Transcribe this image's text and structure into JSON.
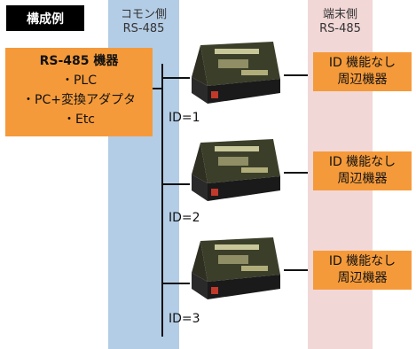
{
  "header": {
    "title": "構成例"
  },
  "columns": {
    "common": {
      "line1": "コモン側",
      "line2": "RS-485"
    },
    "terminal": {
      "line1": "端末側",
      "line2": "RS-485"
    }
  },
  "source": {
    "title": "RS-485 機器",
    "items": [
      "・PLC",
      "・PC+変換アダプタ",
      "・Etc"
    ]
  },
  "devices": [
    {
      "id_label": "ID=1",
      "dest_line1": "ID 機能なし",
      "dest_line2": "周辺機器"
    },
    {
      "id_label": "ID=2",
      "dest_line1": "ID 機能なし",
      "dest_line2": "周辺機器"
    },
    {
      "id_label": "ID=3",
      "dest_line1": "ID 機能なし",
      "dest_line2": "周辺機器"
    }
  ],
  "colors": {
    "common_band": "#b4cde6",
    "terminal_band": "#f2d7d7",
    "box": "#f59a3a",
    "badge": "#000000"
  }
}
